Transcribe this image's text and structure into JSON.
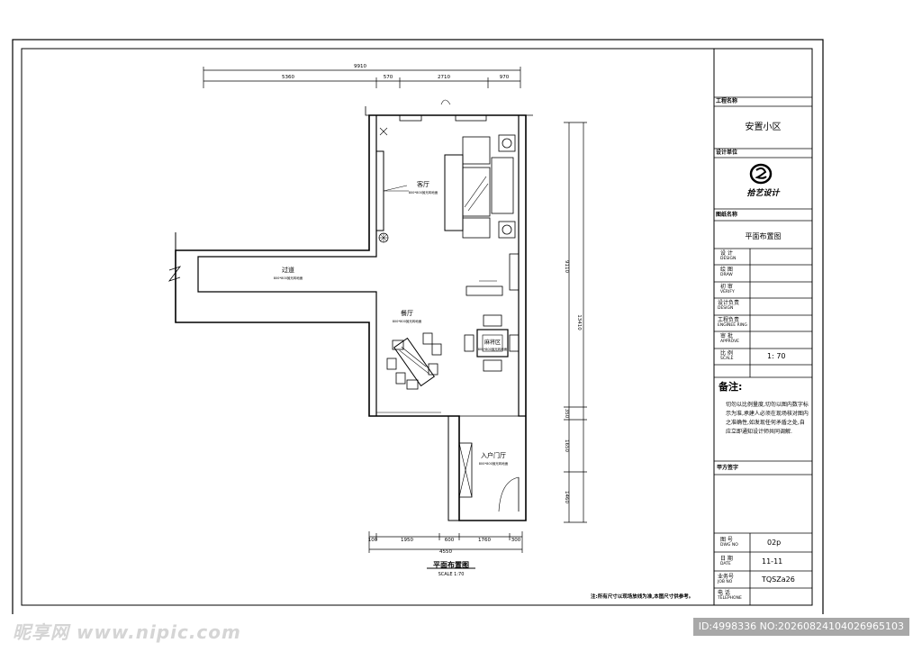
{
  "title_block": {
    "project_name_label": "工程名称",
    "project_name": "安置小区",
    "design_unit_label": "设计单位",
    "logo_text": "拾艺设计",
    "drawing_name_label": "图纸名称",
    "drawing_name": "平面布置图",
    "rows": [
      {
        "cn": "设  计",
        "en": "DESIGN",
        "value": ""
      },
      {
        "cn": "绘  图",
        "en": "DRAW",
        "value": ""
      },
      {
        "cn": "初  审",
        "en": "VERIFY",
        "value": ""
      },
      {
        "cn": "设计负责",
        "en": "DESIGN",
        "value": ""
      },
      {
        "cn": "工程负责",
        "en": "ENGINEE RING",
        "value": ""
      },
      {
        "cn": "审  批",
        "en": "APPROVE",
        "value": ""
      },
      {
        "cn": "比  例",
        "en": "SCALE",
        "value": "1: 70"
      }
    ],
    "remarks_label": "备注:",
    "remarks_text": "切勿以比例量度,切勿以图内数字标示为准,承建人必须在现场核对图内之准确性,如发现任何矛盾之处,自应立即通知设计师共同调解.",
    "client_sign_label": "甲方签字",
    "bottom_rows": [
      {
        "cn": "图  号",
        "en": "DWG NO",
        "value": "02p"
      },
      {
        "cn": "日  期",
        "en": "DATE",
        "value": "11-11"
      },
      {
        "cn": "业务号",
        "en": "JOB NO",
        "value": "TQSZa26"
      },
      {
        "cn": "电  话",
        "en": "TELEPHONE",
        "value": ""
      }
    ]
  },
  "plan": {
    "dims_top": {
      "total": "9910",
      "segments": [
        "5360",
        "570",
        "2710",
        "970"
      ]
    },
    "dims_right": {
      "total": "13410",
      "segments": [
        "9110",
        "350",
        "1650",
        "1460"
      ]
    },
    "dims_bottom": {
      "total": "4550",
      "segments": [
        "100",
        "1950",
        "600",
        "1760",
        "300"
      ]
    },
    "rooms": {
      "living": "客厅",
      "corridor": "过道",
      "dining": "餐厅",
      "mahjong": "麻将区",
      "entry": "入户门厅"
    },
    "room_subnote": "800*800抛光砖地面",
    "plan_title": "平面布置图",
    "plan_scale": "SCALE 1:70",
    "note": "注:所有尺寸以现场放线为准,本图尺寸供参考。"
  },
  "watermark": {
    "site": "昵享网 www.nipic.com",
    "id_text": "ID:4998336 NO:20260824104026965103"
  }
}
